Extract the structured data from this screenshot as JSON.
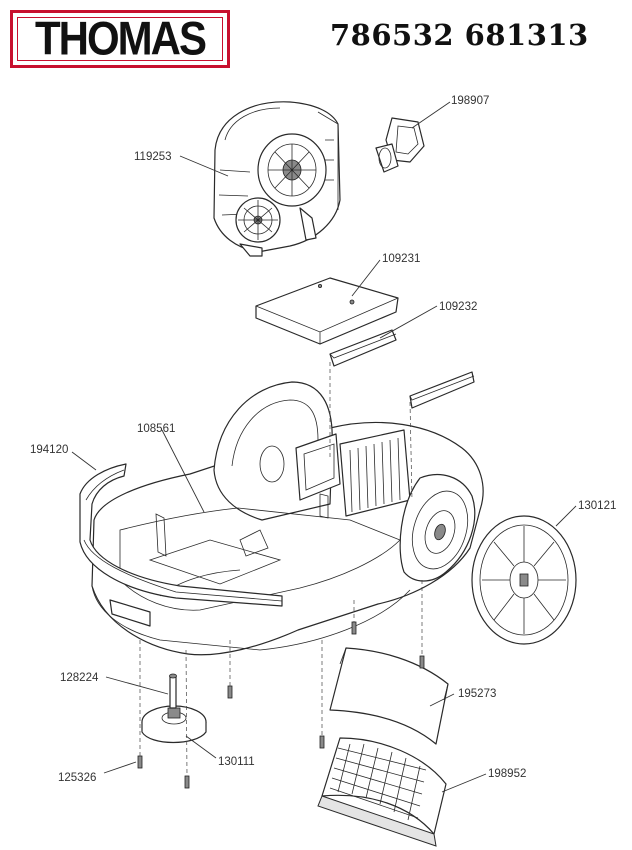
{
  "header": {
    "brand": "THOMAS",
    "codes": "786532 681313",
    "brand_color": "#c8102e"
  },
  "parts": [
    {
      "id": "motor-housing",
      "number": "119253"
    },
    {
      "id": "hose-connector",
      "number": "198907"
    },
    {
      "id": "filter-cover",
      "number": "109231"
    },
    {
      "id": "filter-strip",
      "number": "109232"
    },
    {
      "id": "chassis",
      "number": "108561"
    },
    {
      "id": "bumper",
      "number": "194120"
    },
    {
      "id": "rear-wheel",
      "number": "130121"
    },
    {
      "id": "castor-axle",
      "number": "128224"
    },
    {
      "id": "exhaust-filter",
      "number": "195273"
    },
    {
      "id": "castor-wheel",
      "number": "130111"
    },
    {
      "id": "screw",
      "number": "125326"
    },
    {
      "id": "exhaust-grille",
      "number": "198952"
    }
  ]
}
